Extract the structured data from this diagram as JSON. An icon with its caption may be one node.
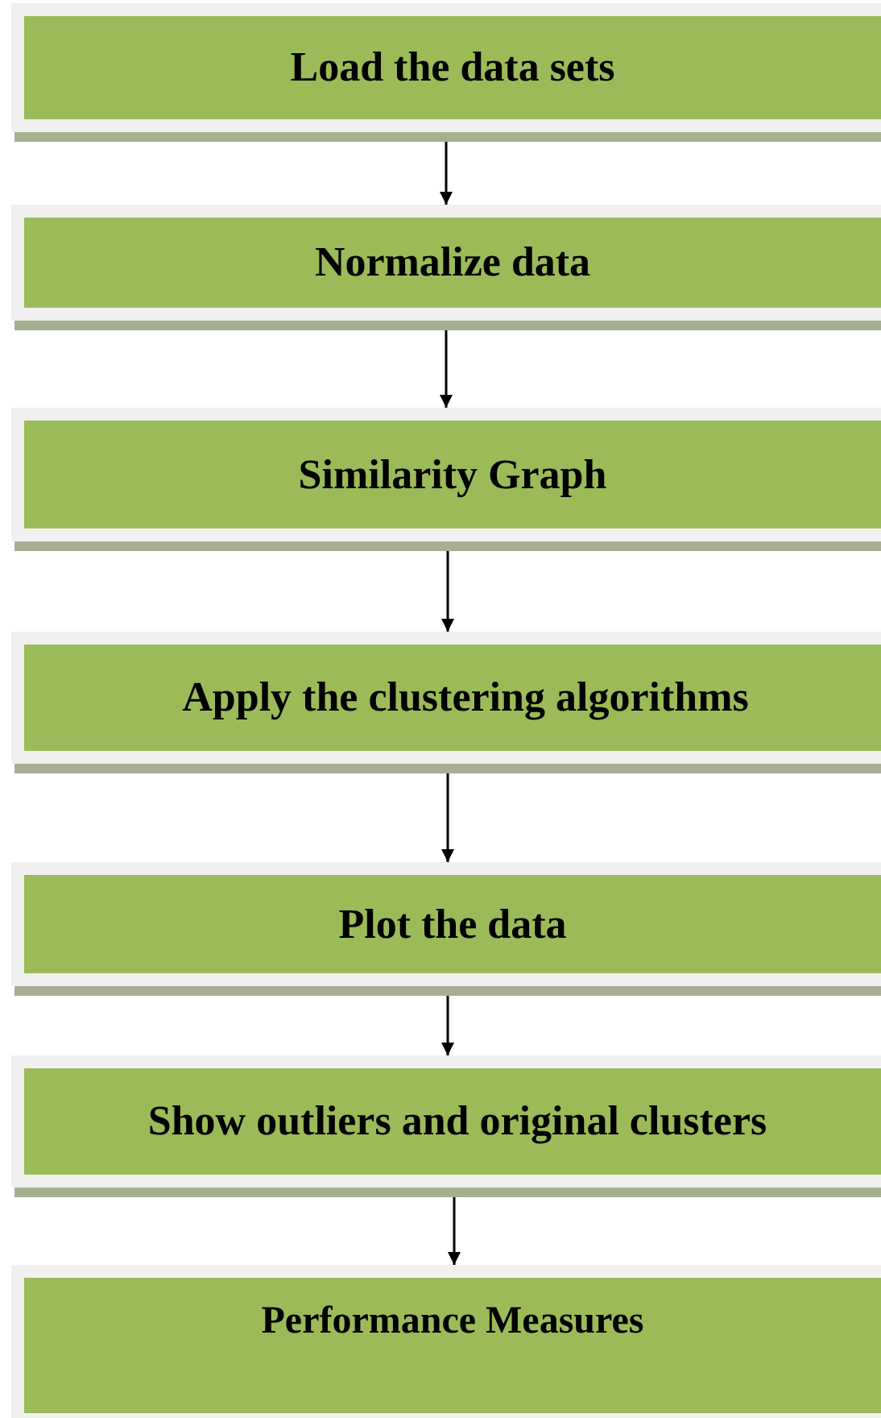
{
  "diagram": {
    "nodes": [
      {
        "text": [
          "Load the data sets"
        ]
      },
      {
        "text": [
          "Normalize data"
        ]
      },
      {
        "text": [
          "Similarity Graph"
        ]
      },
      {
        "text": [
          "Apply the clustering algorithms"
        ]
      },
      {
        "text": [
          "Plot the data"
        ]
      },
      {
        "text": [
          "Show outliers and original clusters"
        ]
      },
      {
        "text": [
          "Performance Measures"
        ]
      }
    ],
    "edges": [
      {
        "from": 0,
        "to": 1,
        "arrow": "to"
      },
      {
        "from": 1,
        "to": 2,
        "arrow": "to"
      },
      {
        "from": 2,
        "to": 3,
        "arrow": "to"
      },
      {
        "from": 3,
        "to": 4,
        "arrow": "to"
      },
      {
        "from": 4,
        "to": 5,
        "arrow": "to"
      },
      {
        "from": 5,
        "to": 6,
        "arrow": "to"
      }
    ]
  }
}
